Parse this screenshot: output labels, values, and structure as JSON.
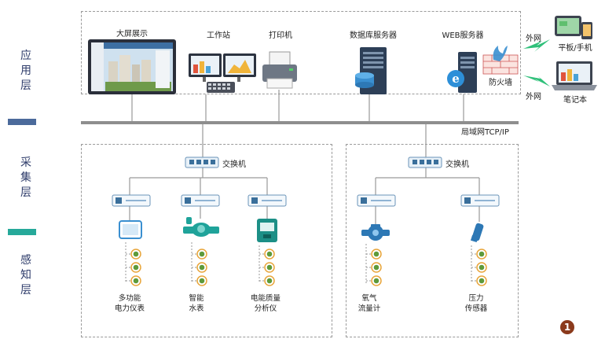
{
  "layers": [
    {
      "name": "application-layer",
      "text": "应\n用\n层"
    },
    {
      "name": "collection-layer",
      "text": "采\n集\n层"
    },
    {
      "name": "perception-layer",
      "text": "感\n知\n层"
    }
  ],
  "layer_colors": {
    "bar1": "#4b6a9b",
    "bar2": "#26a99a"
  },
  "app": {
    "big_screen": "大屏展示",
    "workstation": "工作站",
    "printer": "打印机",
    "db_server": "数据库服务器",
    "web_server": "WEB服务器",
    "firewall": "防火墙",
    "external_net_1": "外网",
    "external_net_2": "外网",
    "tablet": "平板/手机",
    "laptop": "笔记本"
  },
  "network": {
    "label": "局域网TCP/IP"
  },
  "collection": {
    "switch_left": "交换机",
    "switch_right": "交换机"
  },
  "devices": {
    "power_meter": "多功能\n电力仪表",
    "water_meter": "智能\n水表",
    "power_quality": "电能质量\n分析仪",
    "gas_flow": "氧气\n流量计",
    "pressure": "压力\n传感器"
  },
  "badge": "1",
  "colors": {
    "device_blue": "#3a8fd0",
    "device_teal": "#1fa39a",
    "node_ring": "#e8a53a",
    "node_fill": "#5e9a3a",
    "line": "#8f8f8f"
  }
}
